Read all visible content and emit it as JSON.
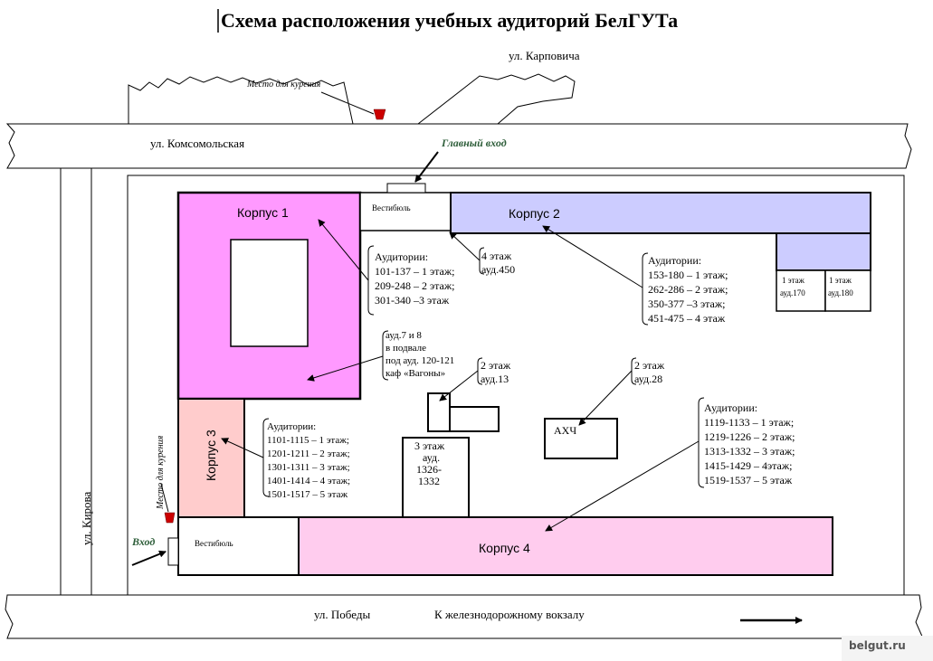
{
  "title": "Схема расположения учебных аудиторий БелГУТа",
  "streets": {
    "karpovicha": "ул. Карповича",
    "komsomolskaya": "ул. Комсомольская",
    "kirova": "ул. Кирова",
    "pobedy": "ул. Победы",
    "to_station": "К  железнодорожному вокзалу"
  },
  "smoking_top": "Место для курения",
  "smoking_left": "Место для курения",
  "main_entrance": "Главный вход",
  "entrance": "Вход",
  "vestibule_top": "Вестибюль",
  "vestibule_bottom": "Вестибюль",
  "buildings": {
    "k1": "Корпус 1",
    "k2": "Корпус 2",
    "k3": "Корпус 3",
    "k4": "Корпус 4",
    "akhch": "АХЧ"
  },
  "k1_rooms": [
    "Аудитории:",
    "101-137 – 1 этаж;",
    "209-248 – 2 этаж;",
    "301-340 –3 этаж"
  ],
  "k2_rooms": [
    "Аудитории:",
    "153-180 – 1 этаж;",
    "262-286 – 2 этаж;",
    "350-377 –3 этаж;",
    "451-475 – 4 этаж"
  ],
  "k3_rooms": [
    "Аудитории:",
    "1101-1115 – 1 этаж;",
    "1201-1211 – 2 этаж;",
    "1301-1311 – 3 этаж;",
    "1401-1414 – 4 этаж;",
    "1501-1517 – 5 этаж"
  ],
  "k4_rooms": [
    "Аудитории:",
    "1119-1133 – 1 этаж;",
    "1219-1226 – 2 этаж;",
    "1313-1332 – 3 этаж;",
    "1415-1429 – 4этаж;",
    "1519-1537 – 5 этаж"
  ],
  "floor4_450": [
    "4 этаж",
    "ауд.450"
  ],
  "basement": [
    "ауд.7 и 8",
    "в подвале",
    "под ауд. 120-121",
    "каф «Вагоны»"
  ],
  "floor2_13": [
    "2 этаж",
    "ауд.13"
  ],
  "floor2_28": [
    "2 этаж",
    "ауд.28"
  ],
  "floor3_1326": [
    "3 этаж",
    "ауд.",
    "1326-",
    "1332"
  ],
  "k2_170": [
    "1 этаж",
    "ауд.170"
  ],
  "k2_180": [
    "1 этаж",
    "ауд.180"
  ],
  "watermark": "belgut.ru",
  "colors": {
    "k1": "#ff99ff",
    "k2": "#ccccff",
    "k3": "#ffcccc",
    "k4": "#ffccee",
    "smoking": "#cc0000",
    "entrance_text": "#2e5e3a"
  }
}
